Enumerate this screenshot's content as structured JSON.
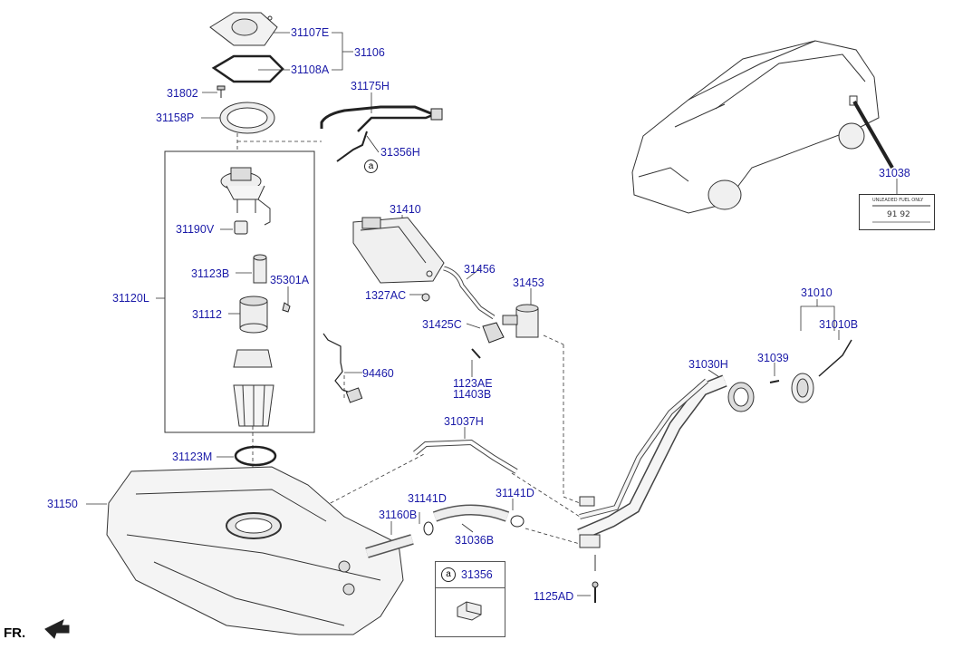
{
  "parts": {
    "p31107E": "31107E",
    "p31106": "31106",
    "p31108A": "31108A",
    "p31802": "31802",
    "p31158P": "31158P",
    "p31175H": "31175H",
    "p31356H": "31356H",
    "p31190V": "31190V",
    "p31123B": "31123B",
    "p35301A": "35301A",
    "p31120L": "31120L",
    "p31112": "31112",
    "p94460": "94460",
    "p31410": "31410",
    "p31456": "31456",
    "p31453": "31453",
    "p1327AC": "1327AC",
    "p31425C": "31425C",
    "p1123AE": "1123AE",
    "p11403B": "11403B",
    "p31037H": "31037H",
    "p31123M": "31123M",
    "p31150": "31150",
    "p31141D_a": "31141D",
    "p31141D_b": "31141D",
    "p31160B": "31160B",
    "p31036B": "31036B",
    "p31030H": "31030H",
    "p31039": "31039",
    "p31010": "31010",
    "p31010B": "31010B",
    "p31038": "31038",
    "p1125AD": "1125AD"
  },
  "callout": "a",
  "legend": {
    "letter": "a",
    "code": "31356"
  },
  "fr_label": "FR.",
  "fuel_label": {
    "heading": "UNLEADED FUEL ONLY",
    "rating": "91 92"
  }
}
